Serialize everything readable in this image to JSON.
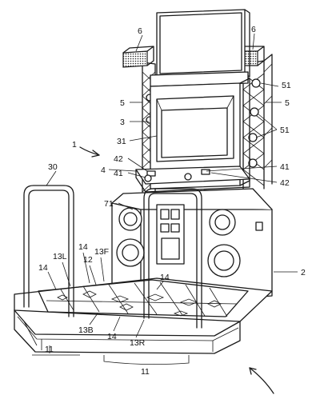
{
  "labels": {
    "l1": "1",
    "l2": "2",
    "l3": "3",
    "l4": "4",
    "l5a": "5",
    "l5b": "5",
    "l6a": "6",
    "l6b": "6",
    "l11a": "11",
    "l11b": "11",
    "l12": "12",
    "l13L": "13L",
    "l13F": "13F",
    "l13B": "13B",
    "l13R": "13R",
    "l14a": "14",
    "l14b": "14",
    "l14c": "14",
    "l14d": "14",
    "l30": "30",
    "l31": "31",
    "l41a": "41",
    "l41b": "41",
    "l42a": "42",
    "l42b": "42",
    "l51a": "51",
    "l51b": "51",
    "l71": "71"
  }
}
